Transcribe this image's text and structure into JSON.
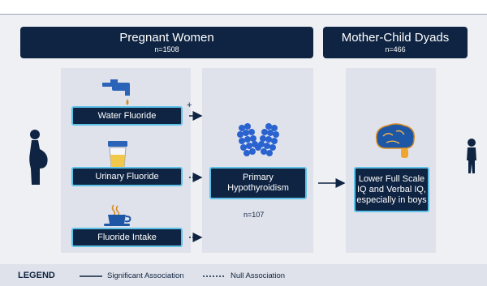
{
  "headers": {
    "pregnant": {
      "title": "Pregnant Women",
      "n": "n=1508"
    },
    "dyads": {
      "title": "Mother-Child Dyads",
      "n": "n=466"
    }
  },
  "exposures": [
    {
      "label": "Water Fluoride",
      "icon": "water-tap-icon",
      "association": "significant",
      "sign": "+"
    },
    {
      "label": "Urinary Fluoride",
      "icon": "urine-cup-icon",
      "association": "null"
    },
    {
      "label": "Fluoride Intake",
      "icon": "tea-cup-icon",
      "association": "null"
    }
  ],
  "mediator": {
    "label": "Primary Hypothyroidism",
    "n": "n=107",
    "icon": "thyroid-icon"
  },
  "outcome": {
    "label": "Lower Full Scale IQ and Verbal IQ, especially in boys",
    "icon": "brain-icon"
  },
  "figures": {
    "left": "pregnant-woman-icon",
    "right": "child-icon"
  },
  "legend": {
    "title": "LEGEND",
    "significant": "Significant Association",
    "null": "Null Association"
  },
  "colors": {
    "navy": "#0f2442",
    "accent": "#5ec2e8",
    "panel": "#eef0f4",
    "column": "#dfe2ea"
  }
}
